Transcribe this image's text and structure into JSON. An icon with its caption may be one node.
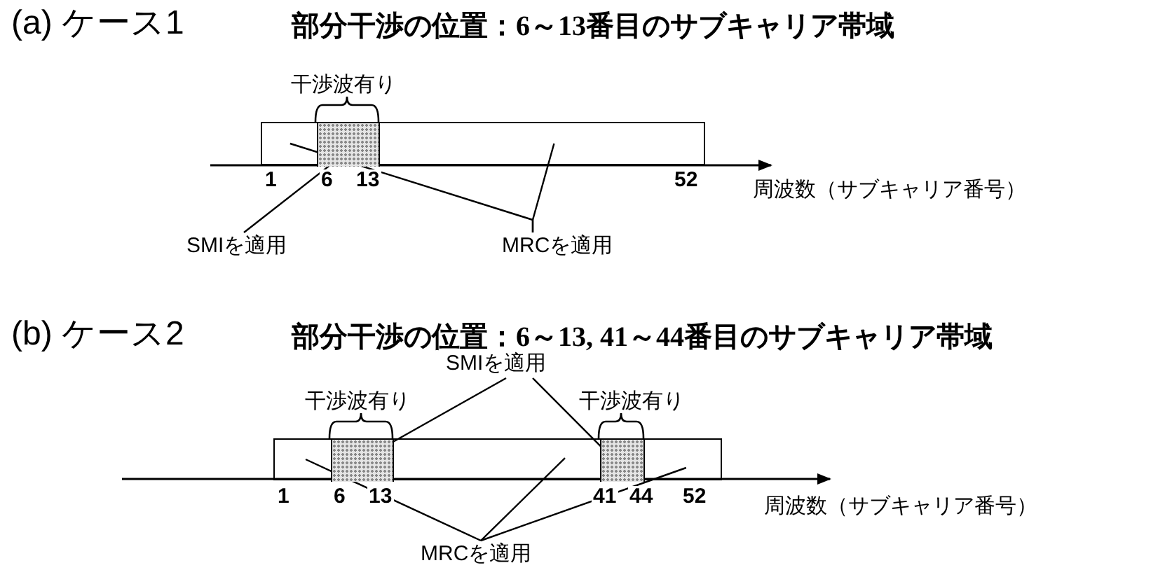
{
  "diagram": {
    "nodes": [
      {
        "text": [],
        "shape": "bar"
      },
      {
        "text": [],
        "shape": "box",
        "in": 0,
        "beside": [
          "干渉波有り"
        ]
      },
      {
        "text": [
          "SMIを適用"
        ]
      },
      {
        "text": [
          "MRCを適用"
        ]
      },
      {
        "text": [],
        "shape": "bar"
      },
      {
        "text": [],
        "shape": "box",
        "in": 4,
        "beside": [
          "干渉波有り"
        ]
      },
      {
        "text": [],
        "shape": "box",
        "in": 4,
        "beside": [
          "干渉波有り"
        ]
      },
      {
        "text": [
          "SMIを適用"
        ]
      },
      {
        "text": [
          "MRCを適用"
        ]
      }
    ],
    "edges": [
      {
        "from": 2,
        "to": 1,
        "arrow": "none"
      },
      {
        "from": 3,
        "to": 0,
        "arrow": "none"
      },
      {
        "from": 3,
        "to": 0,
        "arrow": "none"
      },
      {
        "from": 7,
        "to": 5,
        "arrow": "none"
      },
      {
        "from": 7,
        "to": 6,
        "arrow": "none"
      },
      {
        "from": 8,
        "to": 4,
        "arrow": "none"
      },
      {
        "from": 8,
        "to": 4,
        "arrow": "none"
      },
      {
        "from": 8,
        "to": 4,
        "arrow": "none"
      }
    ],
    "labels": [
      "(a) ケース1",
      "部分干渉の位置：6～13番目のサブキャリア帯域",
      "1",
      "6",
      "13",
      "52",
      "周波数（サブキャリア番号）",
      "(b) ケース2",
      "部分干渉の位置：6～13, 41～44番目のサブキャリア帯域",
      "1",
      "6",
      "13",
      "41",
      "44",
      "52",
      "周波数（サブキャリア番号）"
    ]
  }
}
